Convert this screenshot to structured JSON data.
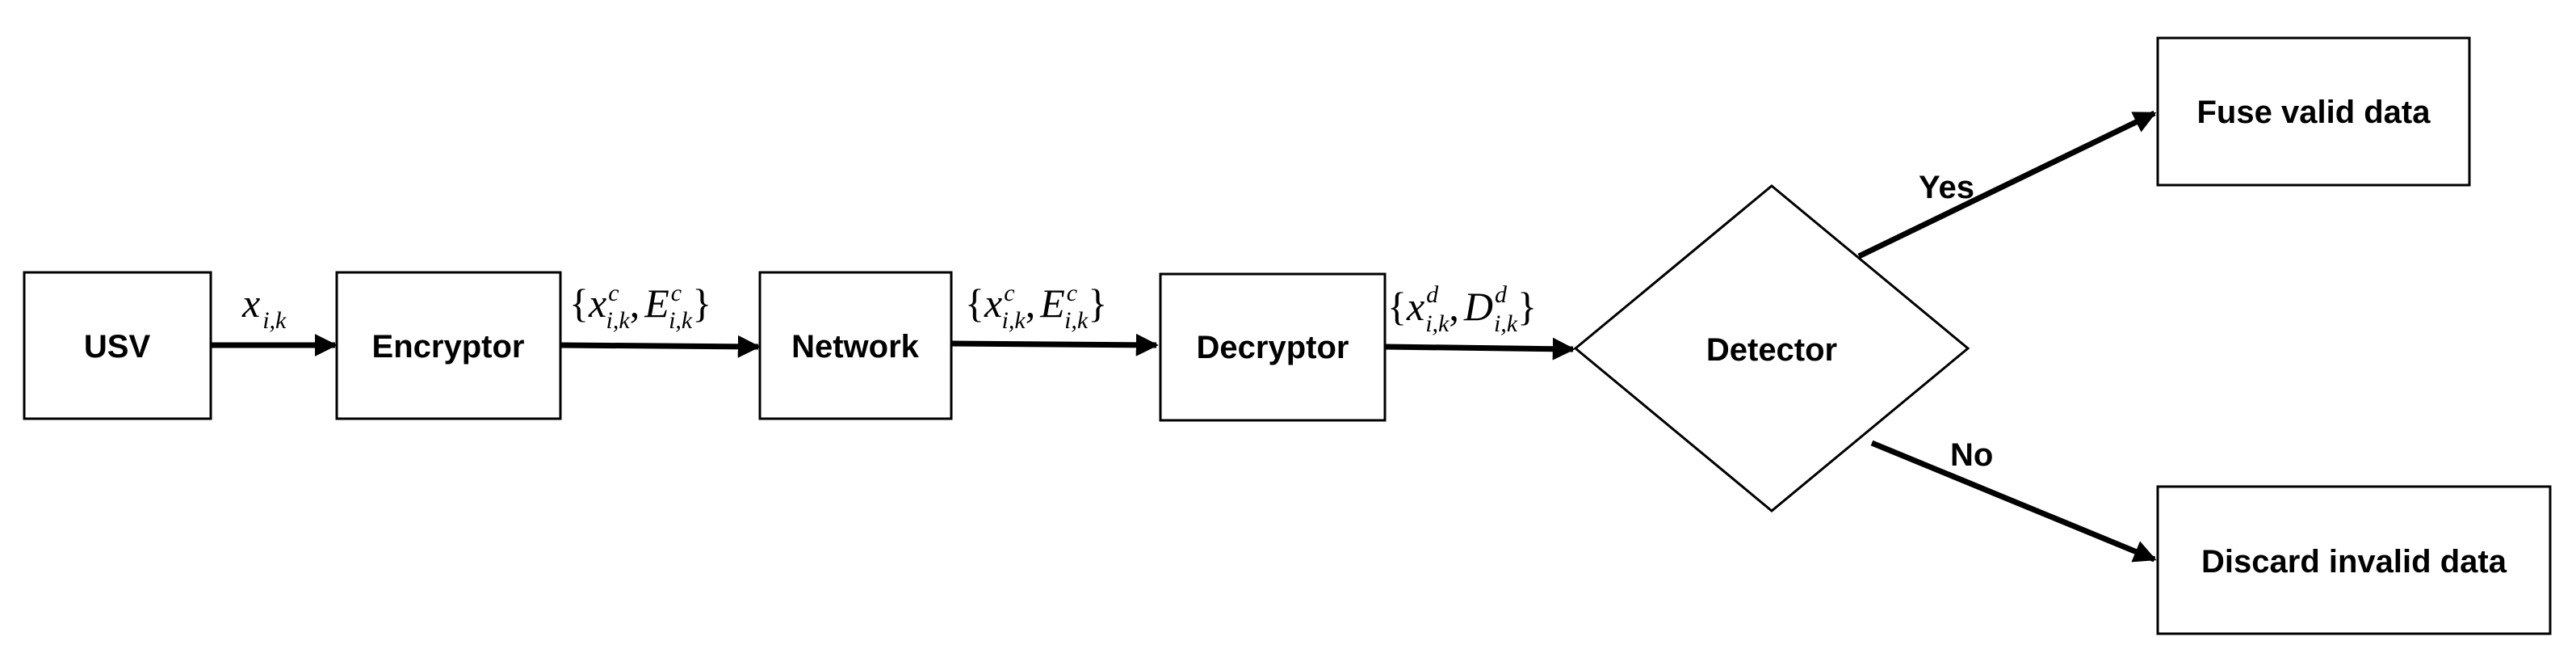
{
  "diagram": {
    "nodes": {
      "usv": "USV",
      "encryptor": "Encryptor",
      "network": "Network",
      "decryptor": "Decryptor",
      "detector": "Detector",
      "fuse": "Fuse valid data",
      "discard": "Discard invalid data"
    },
    "edges": {
      "usv_to_encryptor": {
        "var": "x",
        "sub": "i,k"
      },
      "encryptor_to_network": {
        "open": "{",
        "var1": "x",
        "sup1": "c",
        "sub1": "i,k",
        "sep": ",",
        "var2": "E",
        "sup2": "c",
        "sub2": "i,k",
        "close": "}"
      },
      "network_to_decryptor": {
        "open": "{",
        "var1": "x",
        "sup1": "c",
        "sub1": "i,k",
        "sep": ",",
        "var2": "E",
        "sup2": "c",
        "sub2": "i,k",
        "close": "}"
      },
      "decryptor_to_detector": {
        "open": "{",
        "var1": "x",
        "sup1": "d",
        "sub1": "i,k",
        "sep": ",",
        "var2": "D",
        "sup2": "d",
        "sub2": "i,k",
        "close": "}"
      }
    },
    "branches": {
      "yes": "Yes",
      "no": "No"
    },
    "colors": {
      "stroke": "#000000",
      "background": "#ffffff"
    }
  }
}
